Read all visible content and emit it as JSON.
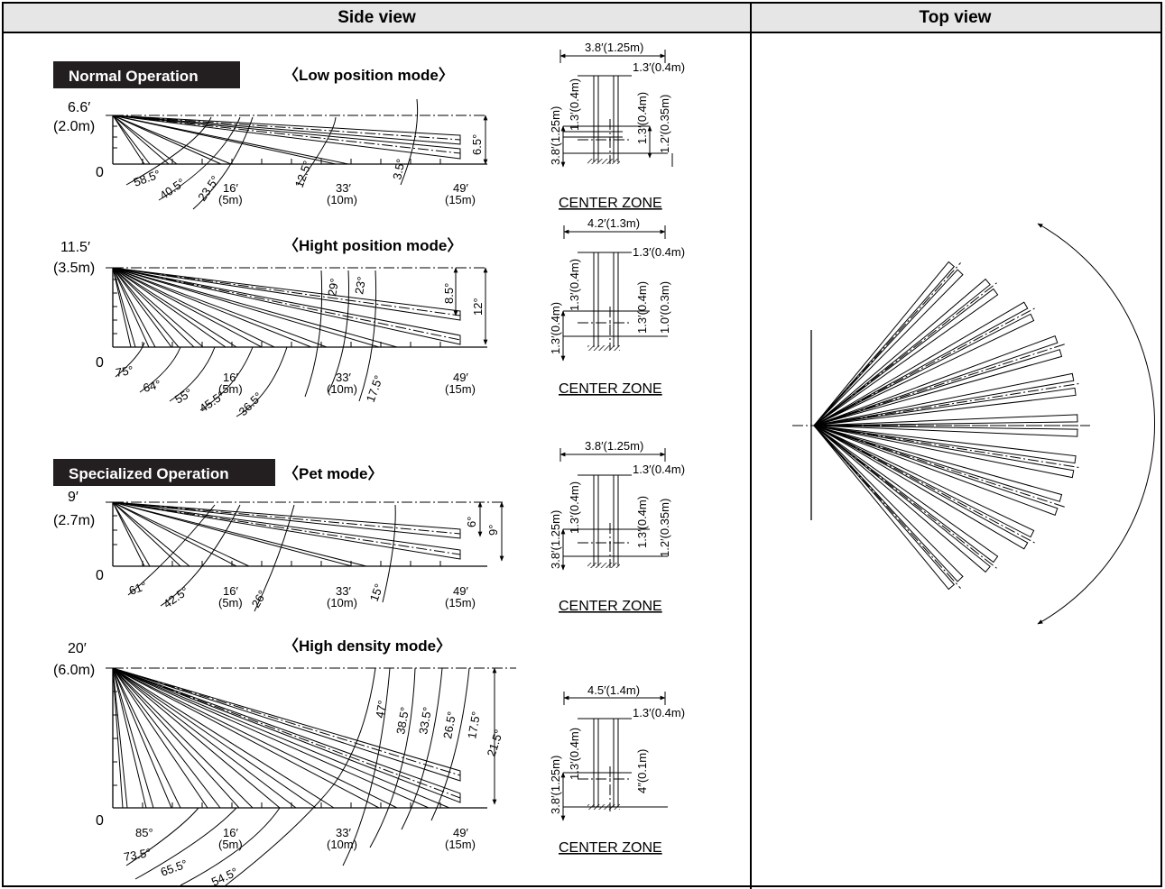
{
  "headers": {
    "side": "Side view",
    "top": "Top view"
  },
  "badges": {
    "normal": "Normal Operation",
    "specialized": "Specialized Operation"
  },
  "modes": {
    "low": {
      "title": "〈Low position mode〉",
      "height": [
        "6.6′",
        "(2.0m)"
      ],
      "origin": "0",
      "angles_down": [
        58.5,
        40.5,
        23.5,
        12.5,
        3.5
      ],
      "angle_labels": [
        "58.5°",
        "40.5°",
        "23.5°",
        "12.5°",
        "3.5°",
        "6.5°"
      ],
      "distances": [
        [
          "16′",
          "(5m)"
        ],
        [
          "33′",
          "(10m)"
        ],
        [
          "49′",
          "(15m)"
        ]
      ],
      "zone": {
        "title": "CENTER ZONE",
        "width": "3.8′(1.25m)",
        "gap": "1.3′(0.4m)",
        "verticals": [
          "3.8′(1.25m)",
          "1.3′(0.4m)",
          "1.3′(0.4m)",
          "1.2′(0.35m)"
        ]
      }
    },
    "high": {
      "title": "〈Hight position mode〉",
      "height": [
        "11.5′",
        "(3.5m)"
      ],
      "origin": "0",
      "angles_down": [
        75,
        64,
        55,
        45.5,
        36.5,
        29,
        23,
        17.5,
        8.5
      ],
      "angle_labels": [
        "75°",
        "64°",
        "55°",
        "45.5°",
        "36.5°",
        "29°",
        "23°",
        "17.5°",
        "8.5°",
        "12°"
      ],
      "distances": [
        [
          "16′",
          "(5m)"
        ],
        [
          "33′",
          "(10m)"
        ],
        [
          "49′",
          "(15m)"
        ]
      ],
      "zone": {
        "title": "CENTER ZONE",
        "width": "4.2′(1.3m)",
        "gap": "1.3′(0.4m)",
        "verticals": [
          "1.3′(0.4m)",
          "1.3′(0.4m)",
          "1.3′(0.4m)",
          "1.0′(0.3m)"
        ]
      }
    },
    "pet": {
      "title": "〈Pet mode〉",
      "height": [
        "9′",
        "(2.7m)"
      ],
      "origin": "0",
      "angles_down": [
        61,
        42.5,
        26,
        15,
        6
      ],
      "angle_labels": [
        "61°",
        "42.5°",
        "26°",
        "15°",
        "6°",
        "9°"
      ],
      "distances": [
        [
          "16′",
          "(5m)"
        ],
        [
          "33′",
          "(10m)"
        ],
        [
          "49′",
          "(15m)"
        ]
      ],
      "zone": {
        "title": "CENTER ZONE",
        "width": "3.8′(1.25m)",
        "gap": "1.3′(0.4m)",
        "verticals": [
          "3.8′(1.25m)",
          "1.3′(0.4m)",
          "1.3′(0.4m)",
          "1.2′(0.35m)"
        ]
      }
    },
    "density": {
      "title": "〈High density mode〉",
      "height": [
        "20′",
        "(6.0m)"
      ],
      "origin": "0",
      "angles_down": [
        85,
        73.5,
        65.5,
        54.5,
        47,
        38.5,
        33.5,
        26.5,
        17.5
      ],
      "angle_labels": [
        "85°",
        "73.5°",
        "65.5°",
        "54.5°",
        "47°",
        "38.5°",
        "33.5°",
        "26.5°",
        "17.5°",
        "21.5°"
      ],
      "distances": [
        [
          "16′",
          "(5m)"
        ],
        [
          "33′",
          "(10m)"
        ],
        [
          "49′",
          "(15m)"
        ]
      ],
      "zone": {
        "title": "CENTER ZONE",
        "width": "4.5′(1.4m)",
        "gap": "1.3′(0.4m)",
        "verticals": [
          "3.8′(1.25m)",
          "1.3′(0.4m)",
          "4″(0.1m)"
        ]
      }
    }
  }
}
